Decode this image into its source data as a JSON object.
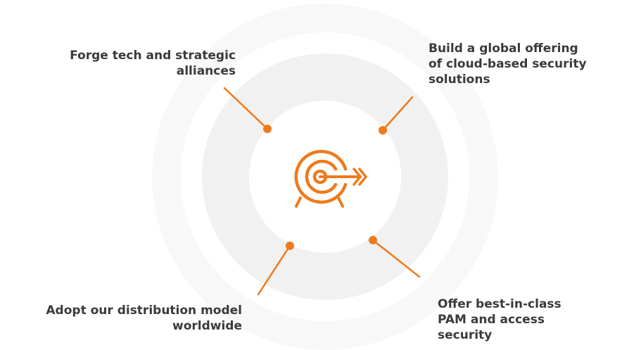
{
  "goals": {
    "top_left": [
      "Forge tech and strategic",
      "alliances"
    ],
    "top_right": [
      "Build a global offering",
      "of cloud-based security",
      "solutions"
    ],
    "bottom_left": [
      "Adopt our distribution model",
      "worldwide"
    ],
    "bottom_right": [
      "Offer best-in-class",
      "PAM and access",
      "security"
    ]
  },
  "center_icon": "target-with-arrow-icon",
  "colors": {
    "accent": "#EE7A1C",
    "text": "#3A3A3A",
    "ring_outer": "#F7F7F7",
    "ring_middle": "#F0F0F0",
    "center": "#FFFFFF"
  }
}
